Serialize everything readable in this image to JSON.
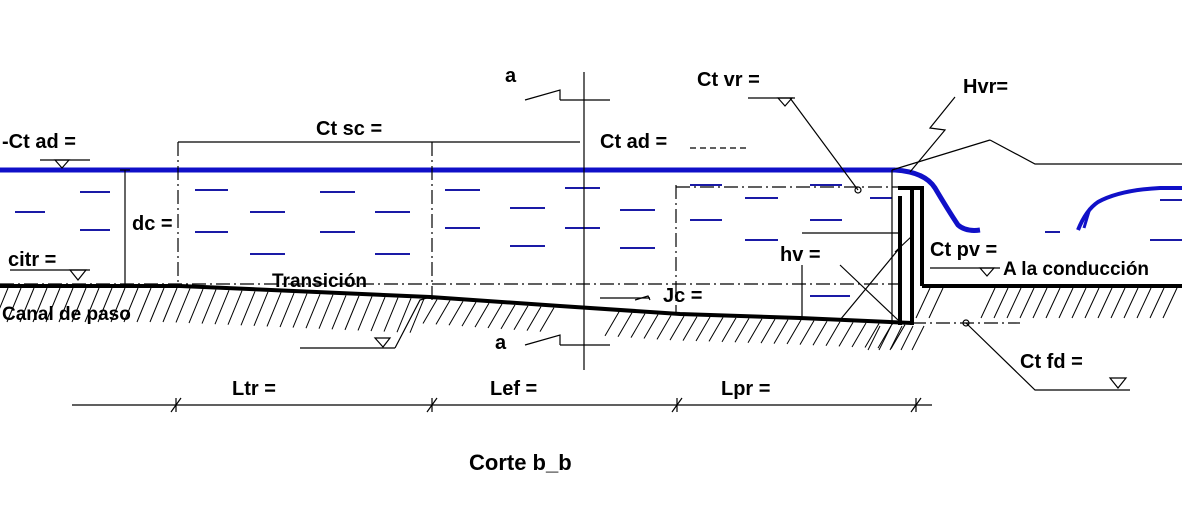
{
  "labels": {
    "ct_ad_left": "-Ct ad =",
    "ct_sc": "Ct sc =",
    "ct_ad_mid": "Ct ad =",
    "ct_vr": "Ct vr =",
    "hvr": "Hvr=",
    "dc": "dc =",
    "citr": "citr =",
    "transicion": "Transición",
    "canal_de_paso": "Canal de paso",
    "jc": "Jc =",
    "hv": "hv =",
    "ct_pv": "Ct pv =",
    "a_la_conduccion": "A la conducción",
    "ct_fd": "Ct fd =",
    "section_a_top": "a",
    "section_a_bottom": "a",
    "ltr": "Ltr =",
    "lef": "Lef =",
    "lpr": "Lpr ="
  },
  "caption": "Corte b_b",
  "colors": {
    "water_surface": "#1010c8",
    "water_dashes": "#1a1aa6",
    "lines": "#000000"
  }
}
